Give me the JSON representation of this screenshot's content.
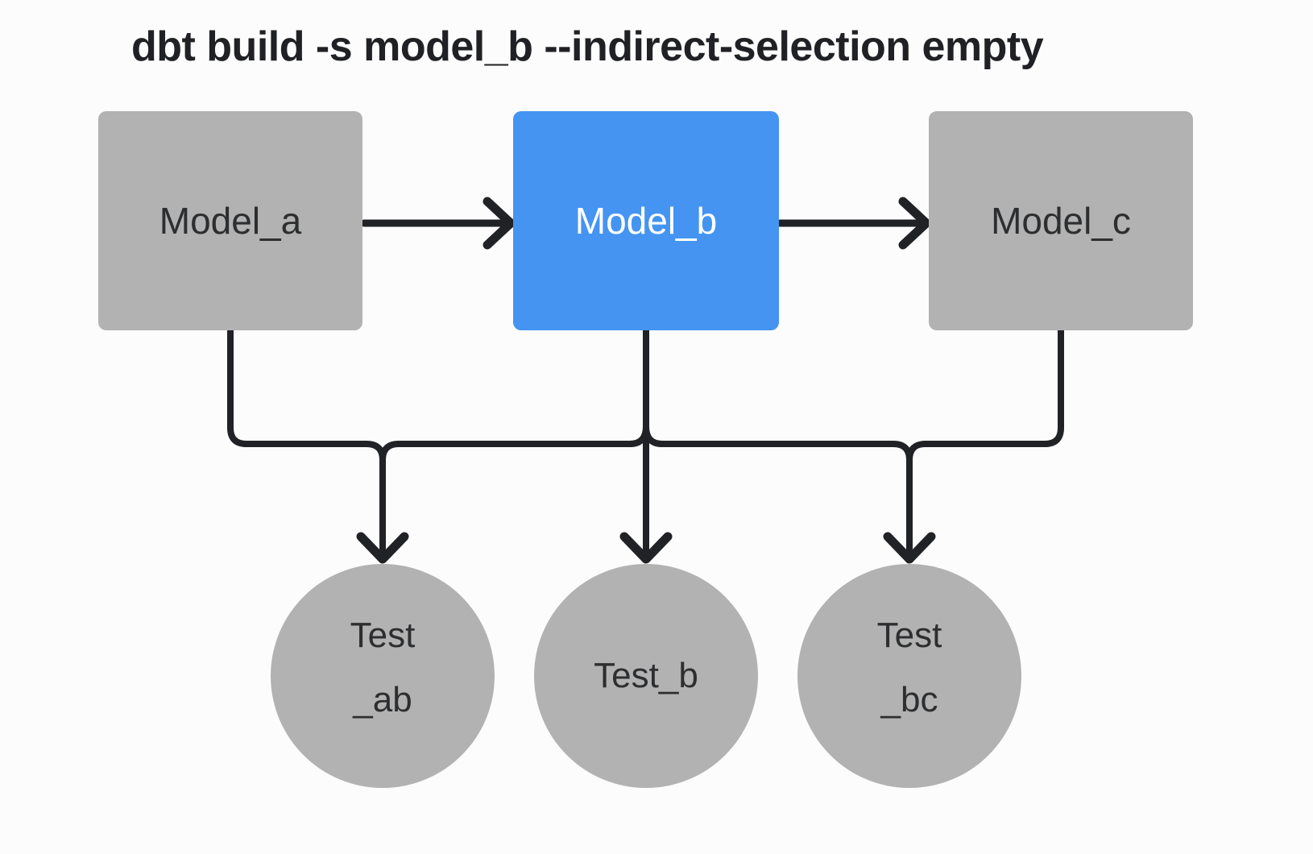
{
  "title": "dbt build -s model_b --indirect-selection empty",
  "colors": {
    "background": "#fcfcfc",
    "node_gray": "#b2b2b2",
    "selected_node_blue": "#4594f2",
    "edge_black": "#212225",
    "text_dark": "#2d2e30",
    "text_on_blue": "#ffffff"
  },
  "nodes": {
    "model_a": {
      "label": "Model_a",
      "type": "model",
      "selected": false
    },
    "model_b": {
      "label": "Model_b",
      "type": "model",
      "selected": true
    },
    "model_c": {
      "label": "Model_c",
      "type": "model",
      "selected": false
    },
    "test_ab": {
      "line1": "Test",
      "line2": "_ab",
      "type": "test"
    },
    "test_b": {
      "line1": "Test_b",
      "type": "test"
    },
    "test_bc": {
      "line1": "Test",
      "line2": "_bc",
      "type": "test"
    }
  },
  "edges": [
    {
      "from": "Model_a",
      "to": "Model_b"
    },
    {
      "from": "Model_b",
      "to": "Model_c"
    },
    {
      "from": "Model_a",
      "to": "Test_ab"
    },
    {
      "from": "Model_b",
      "to": "Test_ab"
    },
    {
      "from": "Model_b",
      "to": "Test_b"
    },
    {
      "from": "Model_b",
      "to": "Test_bc"
    },
    {
      "from": "Model_c",
      "to": "Test_bc"
    }
  ]
}
